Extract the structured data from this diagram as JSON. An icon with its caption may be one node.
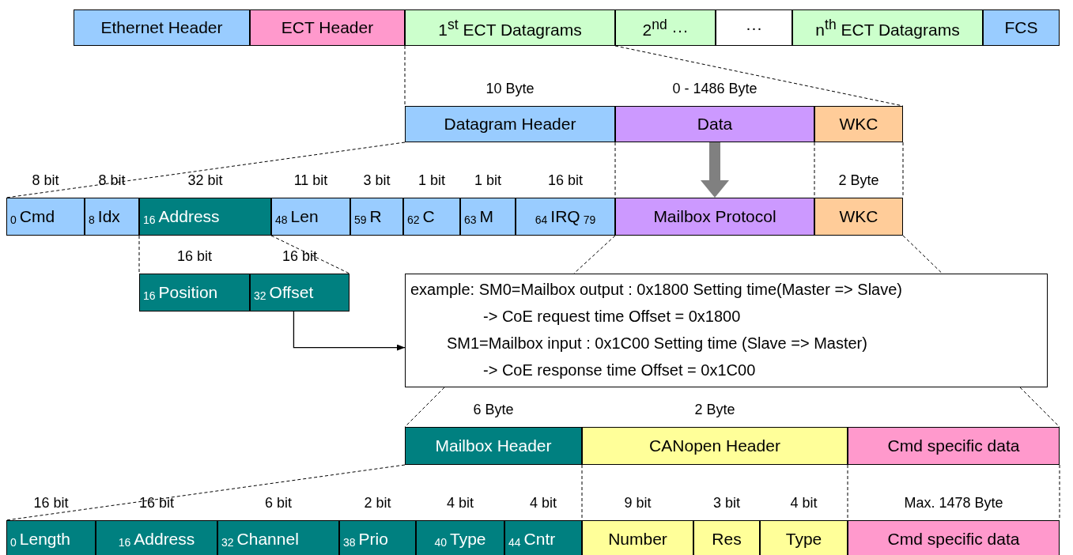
{
  "diagram": {
    "nodes": [
      {
        "text": [
          "Ethernet Header"
        ]
      },
      {
        "text": [
          "ECT Header"
        ]
      },
      {
        "text": [
          "1$^{st}$ ECT Datagrams"
        ]
      },
      {
        "text": [
          "2$^{nd}$ ···"
        ]
      },
      {
        "text": [
          "···"
        ]
      },
      {
        "text": [
          "n$^{th}$ ECT Datagrams"
        ]
      },
      {
        "text": [
          "FCS"
        ]
      },
      {
        "text": [
          "Datagram Header"
        ],
        "beside": [
          "10 Byte"
        ]
      },
      {
        "text": [
          "Data"
        ],
        "beside": [
          "0 - 1486 Byte"
        ]
      },
      {
        "text": [
          "WKC"
        ]
      },
      {
        "text": [
          "0",
          "Cmd"
        ],
        "beside": [
          "8 bit"
        ]
      },
      {
        "text": [
          "8",
          "Idx"
        ],
        "beside": [
          "8 bit"
        ]
      },
      {
        "text": [
          "16",
          "Address"
        ],
        "beside": [
          "32 bit"
        ]
      },
      {
        "text": [
          "48",
          "Len"
        ],
        "beside": [
          "11 bit"
        ]
      },
      {
        "text": [
          "59",
          "R"
        ],
        "beside": [
          "3 bit"
        ]
      },
      {
        "text": [
          "62",
          "C"
        ],
        "beside": [
          "1 bit"
        ]
      },
      {
        "text": [
          "63",
          "M"
        ],
        "beside": [
          "1 bit"
        ]
      },
      {
        "text": [
          "64",
          "IRQ",
          "79"
        ],
        "beside": [
          "16 bit"
        ]
      },
      {
        "text": [
          "Mailbox Protocol"
        ]
      },
      {
        "text": [
          "WKC"
        ],
        "beside": [
          "2 Byte"
        ]
      },
      {
        "text": [
          "16",
          "Position"
        ],
        "beside": [
          "16 bit"
        ]
      },
      {
        "text": [
          "32",
          "Offset"
        ],
        "beside": [
          "16 bit"
        ]
      },
      {
        "text": [
          "example: SM0=Mailbox output : 0x1800 Setting time(Master => Slave)",
          "-> CoE request time Offset = 0x1800",
          "SM1=Mailbox input : 0x1C00 Setting time (Slave => Master)",
          "-> CoE response time Offset = 0x1C00"
        ]
      },
      {
        "text": [
          "Mailbox Header"
        ],
        "beside": [
          "6 Byte"
        ]
      },
      {
        "text": [
          "CANopen Header"
        ],
        "beside": [
          "2 Byte"
        ]
      },
      {
        "text": [
          "Cmd specific data"
        ]
      },
      {
        "text": [
          "0",
          "Length"
        ],
        "beside": [
          "16 bit"
        ]
      },
      {
        "text": [
          "16",
          "Address"
        ],
        "beside": [
          "16 bit"
        ]
      },
      {
        "text": [
          "32",
          "Channel"
        ],
        "beside": [
          "6 bit"
        ]
      },
      {
        "text": [
          "38",
          "Prio"
        ],
        "beside": [
          "2 bit"
        ]
      },
      {
        "text": [
          "40",
          "Type"
        ],
        "beside": [
          "4 bit"
        ]
      },
      {
        "text": [
          "44",
          "Cntr"
        ],
        "beside": [
          "4 bit"
        ]
      },
      {
        "text": [
          "Number"
        ],
        "beside": [
          "9 bit"
        ]
      },
      {
        "text": [
          "Res"
        ],
        "beside": [
          "3 bit"
        ]
      },
      {
        "text": [
          "Type"
        ],
        "beside": [
          "4 bit"
        ]
      },
      {
        "text": [
          "Cmd specific data"
        ],
        "beside": [
          "Max. 1478 Byte"
        ]
      }
    ],
    "edges": [
      {
        "from": 8,
        "to": 18,
        "arrow": "to",
        "style": "thick",
        "color": "#808080"
      },
      {
        "from": 21,
        "to": 22,
        "arrow": "to"
      },
      {
        "from": 2,
        "to": 7,
        "arrow": "none",
        "style": "dashed"
      },
      {
        "from": 3,
        "to": 9,
        "arrow": "none",
        "style": "dashed"
      },
      {
        "from": 7,
        "to": 10,
        "arrow": "none",
        "style": "dashed"
      },
      {
        "from": 7,
        "to": 17,
        "arrow": "none",
        "style": "dashed"
      },
      {
        "from": 8,
        "to": 19,
        "arrow": "none",
        "style": "dashed"
      },
      {
        "from": 9,
        "to": 19,
        "arrow": "none",
        "style": "dashed"
      },
      {
        "from": 12,
        "to": 20,
        "arrow": "none",
        "style": "dashed"
      },
      {
        "from": 12,
        "to": 21,
        "arrow": "none",
        "style": "dashed"
      },
      {
        "from": 18,
        "to": 22,
        "arrow": "none",
        "style": "dashed"
      },
      {
        "from": 19,
        "to": 22,
        "arrow": "none",
        "style": "dashed"
      },
      {
        "from": 22,
        "to": 23,
        "arrow": "none",
        "style": "dashed"
      },
      {
        "from": 22,
        "to": 25,
        "arrow": "none",
        "style": "dashed"
      },
      {
        "from": 23,
        "to": 26,
        "arrow": "none",
        "style": "dashed"
      },
      {
        "from": 23,
        "to": 31,
        "arrow": "none",
        "style": "dashed"
      },
      {
        "from": 24,
        "to": 34,
        "arrow": "none",
        "style": "dashed"
      },
      {
        "from": 25,
        "to": 35,
        "arrow": "none",
        "style": "dashed"
      }
    ]
  }
}
